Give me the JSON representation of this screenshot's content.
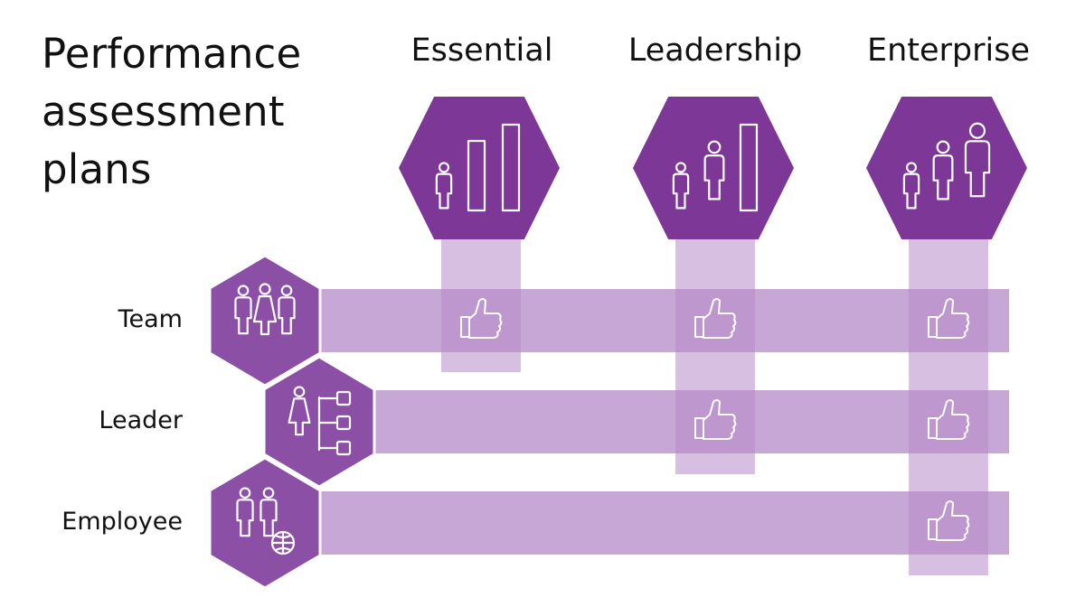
{
  "title_lines": [
    "Performance",
    "assessment",
    "plans"
  ],
  "plans": [
    {
      "label": "Essential",
      "icon": "people-and-bars-icon"
    },
    {
      "label": "Leadership",
      "icon": "people-and-bar-icon"
    },
    {
      "label": "Enterprise",
      "icon": "growing-people-icon"
    }
  ],
  "roles": [
    {
      "label": "Team",
      "icon": "team-icon"
    },
    {
      "label": "Leader",
      "icon": "org-chart-icon"
    },
    {
      "label": "Employee",
      "icon": "global-employee-icon"
    }
  ],
  "coverage": [
    [
      true,
      true,
      true
    ],
    [
      false,
      true,
      true
    ],
    [
      false,
      false,
      true
    ]
  ],
  "colors": {
    "hex_dark": "#7d3797",
    "hex_role": "#8c4fa6",
    "band_light": "#c7a7d5",
    "band_overlap": "#b994c9",
    "icon_stroke": "#ffffff"
  }
}
